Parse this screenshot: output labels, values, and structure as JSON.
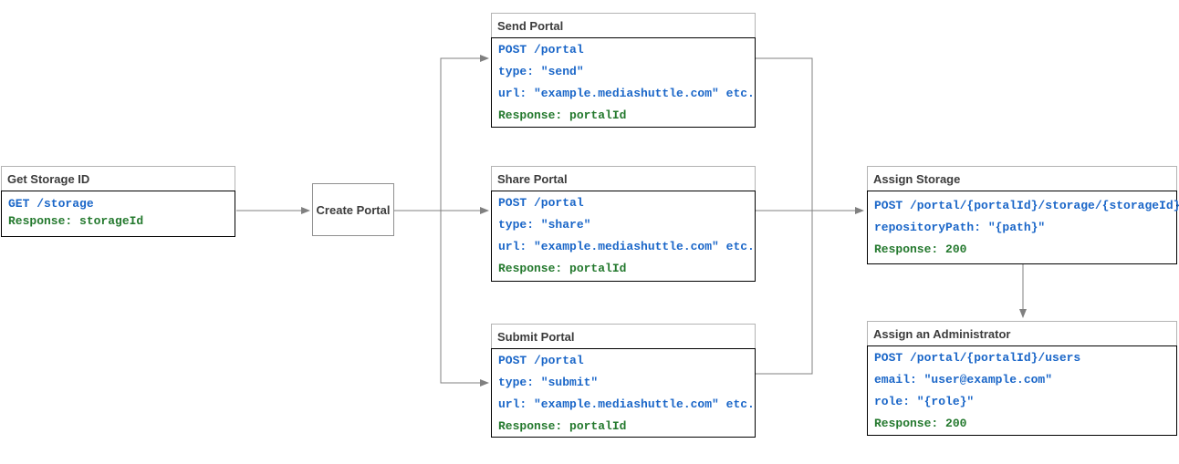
{
  "nodes": {
    "get_storage_id": {
      "title": "Get Storage ID",
      "lines": [
        {
          "text": "GET /storage",
          "kind": "request"
        },
        {
          "text": "Response: storageId",
          "kind": "response"
        }
      ]
    },
    "create_portal": {
      "title": "Create Portal"
    },
    "send_portal": {
      "title": "Send Portal",
      "lines": [
        {
          "text": "POST /portal",
          "kind": "request"
        },
        {
          "text": "type: \"send\"",
          "kind": "request"
        },
        {
          "text": "url: \"example.mediashuttle.com\" etc.",
          "kind": "request"
        },
        {
          "text": "Response: portalId",
          "kind": "response"
        }
      ]
    },
    "share_portal": {
      "title": "Share Portal",
      "lines": [
        {
          "text": "POST /portal",
          "kind": "request"
        },
        {
          "text": "type: \"share\"",
          "kind": "request"
        },
        {
          "text": "url: \"example.mediashuttle.com\" etc.",
          "kind": "request"
        },
        {
          "text": "Response: portalId",
          "kind": "response"
        }
      ]
    },
    "submit_portal": {
      "title": "Submit Portal",
      "lines": [
        {
          "text": "POST /portal",
          "kind": "request"
        },
        {
          "text": "type: \"submit\"",
          "kind": "request"
        },
        {
          "text": "url: \"example.mediashuttle.com\" etc.",
          "kind": "request"
        },
        {
          "text": "Response: portalId",
          "kind": "response"
        }
      ]
    },
    "assign_storage": {
      "title": "Assign Storage",
      "lines": [
        {
          "text": "POST /portal/{portalId}/storage/{storageId}",
          "kind": "request"
        },
        {
          "text": "repositoryPath: \"{path}\"",
          "kind": "request"
        },
        {
          "text": "Response: 200",
          "kind": "response"
        }
      ]
    },
    "assign_administrator": {
      "title": "Assign an Administrator",
      "lines": [
        {
          "text": "POST /portal/{portalId}/users",
          "kind": "request"
        },
        {
          "text": "email: \"user@example.com\"",
          "kind": "request"
        },
        {
          "text": "role: \"{role}\"",
          "kind": "request"
        },
        {
          "text": "Response: 200",
          "kind": "response"
        }
      ]
    }
  },
  "colors": {
    "request_text": "#1a66c8",
    "response_text": "#24792e",
    "title_text": "#3c3c3c",
    "body_border": "#000000",
    "header_border": "#b3b3b3",
    "connector": "#808080",
    "background": "#ffffff"
  }
}
